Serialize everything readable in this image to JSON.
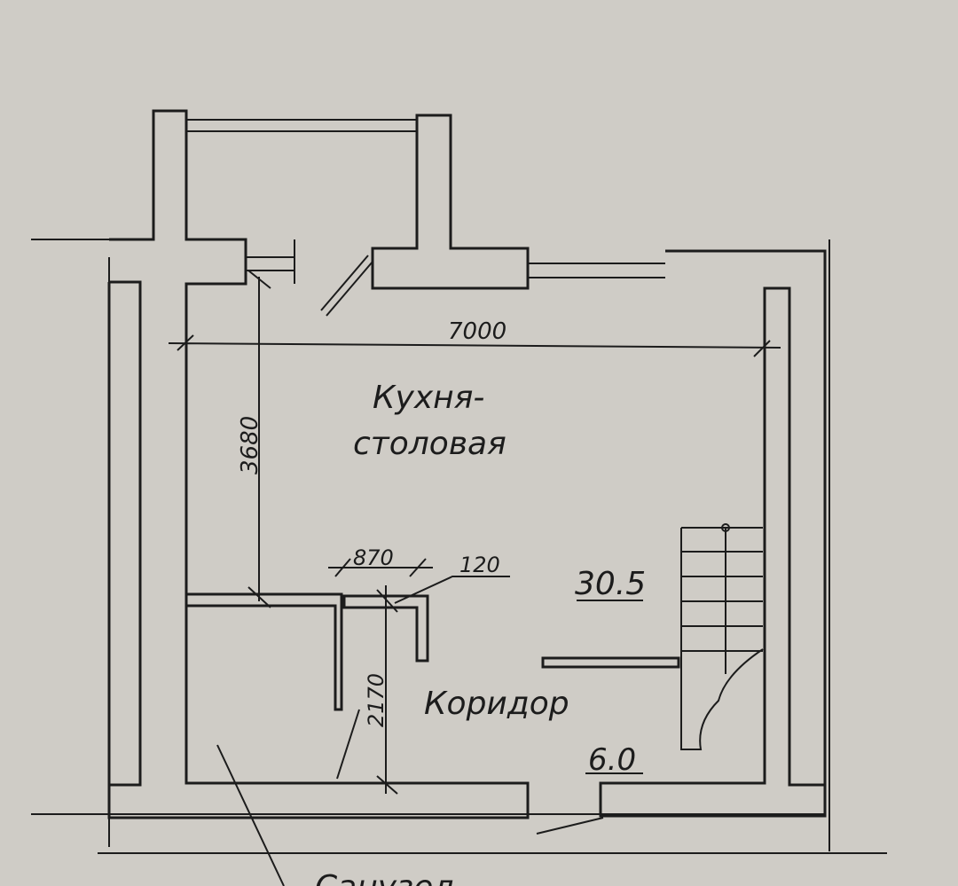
{
  "plan": {
    "room_main_line1": "Кухня-",
    "room_main_line2": "столовая",
    "room_main_area": "30.5",
    "room_corridor": "Коридор",
    "room_corridor_area": "6.0",
    "room_bottom_cut": "Санузел",
    "dim_width": "7000",
    "dim_height": "3680",
    "dim_door": "870",
    "dim_wall": "120",
    "dim_corridor": "2170"
  },
  "colors": {
    "paper": "#cfccc6",
    "ink": "#1c1c1c"
  }
}
